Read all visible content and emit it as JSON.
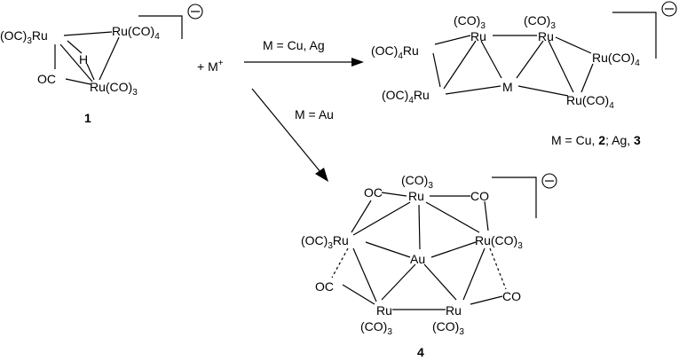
{
  "compound1": {
    "label": "1",
    "atoms": {
      "ru_a_prefix": "(OC)",
      "ru_a_sub": "3",
      "ru_a_metal": "Ru",
      "ru_b_metal": "Ru(CO)",
      "ru_b_sub": "4",
      "ru_c_metal": "Ru(CO)",
      "ru_c_sub": "3",
      "hydride": "H",
      "carbonyl": "OC"
    },
    "charge": "−"
  },
  "reagent": {
    "prefix": "+ M",
    "sup": "+"
  },
  "arrow_top": {
    "condition": "M = Cu, Ag"
  },
  "arrow_diag": {
    "condition": "M = Au"
  },
  "compound23": {
    "atoms": {
      "co3_left": "(CO)",
      "co3_left_sub": "3",
      "co3_right": "(CO)",
      "co3_right_sub": "3",
      "ru_top_left": "Ru",
      "ru_top_right": "Ru",
      "oc4_upper_prefix": "(OC)",
      "oc4_upper_sub": "4",
      "oc4_upper_metal": "Ru",
      "oc4_lower_prefix": "(OC)",
      "oc4_lower_sub": "4",
      "oc4_lower_metal": "Ru",
      "center": "M",
      "rco4_upper": "Ru(CO)",
      "rco4_upper_sub": "4",
      "rco4_lower": "Ru(CO)",
      "rco4_lower_sub": "4"
    },
    "charge": "−",
    "caption": {
      "prefix": "M = Cu, ",
      "num_a": "2",
      "middle": "; Ag, ",
      "num_b": "3"
    }
  },
  "compound4": {
    "label": "4",
    "atoms": {
      "co3_top": "(CO)",
      "co3_top_sub": "3",
      "ru_top": "Ru",
      "oc_top_left": "OC",
      "co_top_right": "CO",
      "left_prefix": "(OC)",
      "left_sub": "3",
      "left_metal": "Ru",
      "right_metal": "Ru(CO)",
      "right_sub": "3",
      "center": "Au",
      "oc_bottom_left": "OC",
      "co_bottom_right": "CO",
      "ru_bottom_left": "Ru",
      "ru_bottom_right": "Ru",
      "co3_bl": "(CO)",
      "co3_bl_sub": "3",
      "co3_br": "(CO)",
      "co3_br_sub": "3"
    },
    "charge": "−"
  }
}
